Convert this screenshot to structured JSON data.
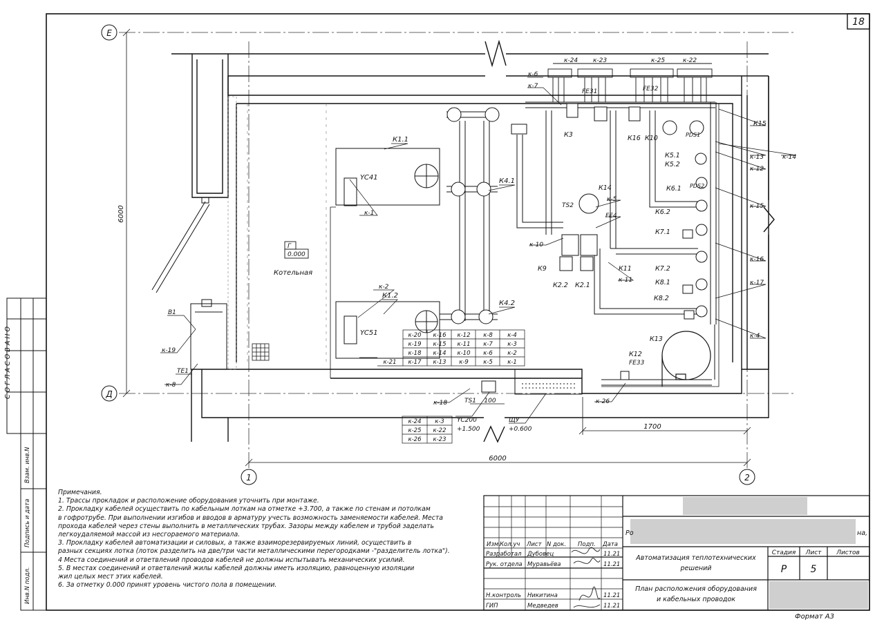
{
  "sheet": {
    "number": "18",
    "format": "Формат А3"
  },
  "side_stamp": {
    "agreed": "С О Г Л А С О В А Н О",
    "inv_replace": "Взам. инв.N",
    "signature_date": "Подпись и дата",
    "inv_original": "Инв.N подл."
  },
  "plan": {
    "axis_e": "Е",
    "axis_d": "Д",
    "axis_1": "1",
    "axis_2": "2",
    "dim_6000_vertical": "6000",
    "dim_6000_horizontal": "6000",
    "dim_1700": "1700",
    "dim_100": "100",
    "level_mark": "Г",
    "level_value": "0.000",
    "room_name": "Котельная",
    "equipment": {
      "k1_1": "К1.1",
      "k1_2": "К1.2",
      "k4_1": "К4.1",
      "k4_2": "К4.2",
      "yc41": "YC41",
      "yc51": "YC51",
      "yc200": "YC200",
      "yc200_level": "+1.500",
      "shu": "ЩУ",
      "shu_level": "+0.600",
      "k3": "К3",
      "k9": "К9",
      "k10": "К10",
      "k11": "К11",
      "k12": "К12",
      "k13": "К13",
      "k14": "К14",
      "k15": "К15",
      "k16": "К16",
      "k2_1": "К2.1",
      "k2_2": "К2.2",
      "k5_1": "К5.1",
      "k5_2": "К5.2",
      "k6_1": "К6.1",
      "k6_2": "К6.2",
      "k7_1": "К7.1",
      "k7_2": "К7.2",
      "k8_1": "К8.1",
      "k8_2": "К8.2",
      "fe31": "FE31",
      "fe32": "FE32",
      "fe33": "FE33",
      "fe4": "FE4",
      "ts1": "TS1",
      "ts2": "TS2",
      "te1": "TE1",
      "b1": "В1",
      "pds1": "PDS1",
      "pds2": "PDS2"
    },
    "cable_labels": {
      "k_1": "к-1",
      "k_2": "к-2",
      "k_4": "к-4",
      "k_5": "к-5",
      "k_6": "к-6",
      "k_7": "к-7",
      "k_8": "к-8",
      "k_10": "к-10",
      "k_11": "к-11",
      "k_12": "к-12",
      "k_13": "к-13",
      "k_14": "к-14",
      "k_15": "к-15",
      "k_16": "к-16",
      "k_17": "к-17",
      "k_18": "к-18",
      "k_19": "к-19",
      "k_22": "к-22",
      "k_23": "к-23",
      "k_24": "к-24",
      "k_25": "к-25",
      "k_26": "к-26"
    },
    "cable_table_a": [
      [
        "",
        "к-20",
        "к-16",
        "к-12",
        "к-8",
        "к-4"
      ],
      [
        "",
        "к-19",
        "к-15",
        "к-11",
        "к-7",
        "к-3"
      ],
      [
        "",
        "к-18",
        "к-14",
        "к-10",
        "к-6",
        "к-2"
      ],
      [
        "к-21",
        "к-17",
        "к-13",
        "к-9",
        "к-5",
        "к-1"
      ]
    ],
    "cable_table_b": [
      [
        "к-24",
        "к-3"
      ],
      [
        "к-25",
        "к-22"
      ],
      [
        "к-26",
        "к-23"
      ]
    ]
  },
  "notes": {
    "title": "Примечания.",
    "lines": [
      "1. Трассы прокладок и расположение оборудования уточнить при монтаже.",
      "2. Прокладку кабелей осуществить по кабельным лоткам на отметке +3.700, а также по стенам и потолкам",
      "в гофротрубе. При выполнении изгибов и вводов в арматуру учесть возможность заменяемости кабелей. Места",
      "прохода кабелей через стены выполнить в металлических трубах. Зазоры между кабелем и трубой заделать",
      "легкоудаляемой массой из несгораемого материала.",
      "3. Прокладку кабелей автоматизации и силовых, а также взаиморезервируемых линий, осуществить в",
      "разных секциях лотка (лоток разделить на две/три части металлическими перегородками -\"разделитель лотка\").",
      "4 Места соединений и ответвлений проводов кабелей не должны испытывать механических усилий.",
      "5. В местах соединений и ответвлений жилы кабелей должны иметь изоляцию, равноценную изоляции",
      "жил целых мест этих кабелей.",
      "6. За отметку 0.000 принят уровень чистого пола в помещении."
    ]
  },
  "title_block": {
    "headers": {
      "izm": "Изм.",
      "kol": "Кол.уч",
      "list": "Лист",
      "ndok": "N док.",
      "podp": "Подп.",
      "data": "Дата"
    },
    "rows": [
      {
        "role": "Разработал",
        "name": "Дубовец",
        "date": "11.21"
      },
      {
        "role": "Рук. отдела",
        "name": "Муравьёва",
        "date": "11.21"
      },
      {
        "role": "Н.контроль",
        "name": "Никитина",
        "date": "11.21"
      },
      {
        "role": "ГИП",
        "name": "Медведев",
        "date": "11.21"
      }
    ],
    "project_prefix": "Ро",
    "project_suffix": "на,",
    "section_title": "Автоматизация теплотехнических решений",
    "sheet_title": "План расположения оборудования и кабельных проводок",
    "stage_label": "Стадия",
    "sheet_label": "Лист",
    "sheets_label": "Листов",
    "stage_value": "Р",
    "sheet_value": "5"
  },
  "colors": {
    "ink": "#111111",
    "redaction": "#cfcfcf"
  }
}
